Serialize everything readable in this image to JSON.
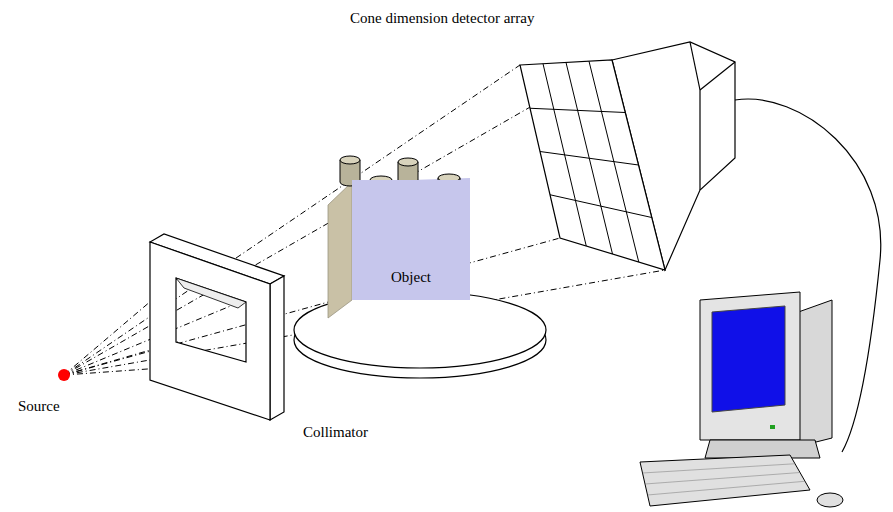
{
  "diagram": {
    "nodes": [
      {
        "text": [
          "Object"
        ]
      }
    ],
    "labels": [
      "Cone dimension detector array",
      "Source",
      "Collimator"
    ]
  }
}
